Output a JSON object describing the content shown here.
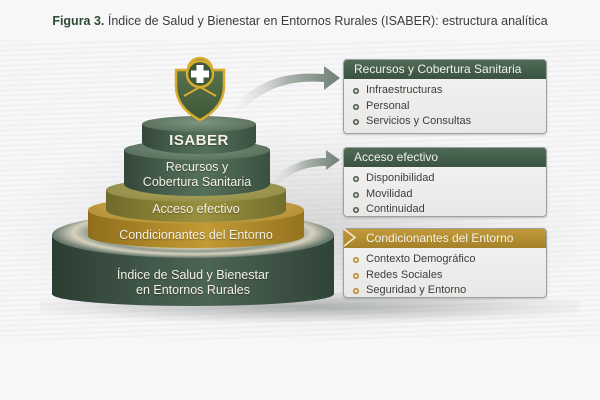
{
  "figure": {
    "title_prefix": "Figura 3.",
    "title_text": " Índice de Salud y Bienestar en Entornos Rurales (ISABER): estructura analítica"
  },
  "pyramid": {
    "emblem": "shield-medical-cross",
    "tiers": [
      {
        "id": "top",
        "label": "ISABER",
        "color": "#4b6450"
      },
      {
        "id": "recursos",
        "label_line1": "Recursos y",
        "label_line2": "Cobertura Sanitaria",
        "color": "#4b6450"
      },
      {
        "id": "acceso",
        "label": "Acceso efectivo",
        "color": "#8f8838"
      },
      {
        "id": "condicionantes",
        "label": "Condicionantes del Entorno",
        "color": "#b58f2c"
      },
      {
        "id": "base",
        "label_line1": "Índice de Salud y Bienestar",
        "label_line2": "en Entornos Rurales",
        "color": "#41584a"
      }
    ]
  },
  "panels": [
    {
      "title": "Recursos y Cobertura Sanitaria",
      "header_color": "#45604b",
      "items": [
        "Infraestructuras",
        "Personal",
        "Servicios y Consultas"
      ]
    },
    {
      "title": "Acceso efectivo",
      "header_color": "#45604b",
      "items": [
        "Disponibilidad",
        "Movilidad",
        "Continuidad"
      ]
    },
    {
      "title": "Condicionantes del Entorno",
      "header_color": "#b38f35",
      "items": [
        "Contexto Demográfico",
        "Redes Sociales",
        "Seguridad y Entorno"
      ]
    }
  ]
}
